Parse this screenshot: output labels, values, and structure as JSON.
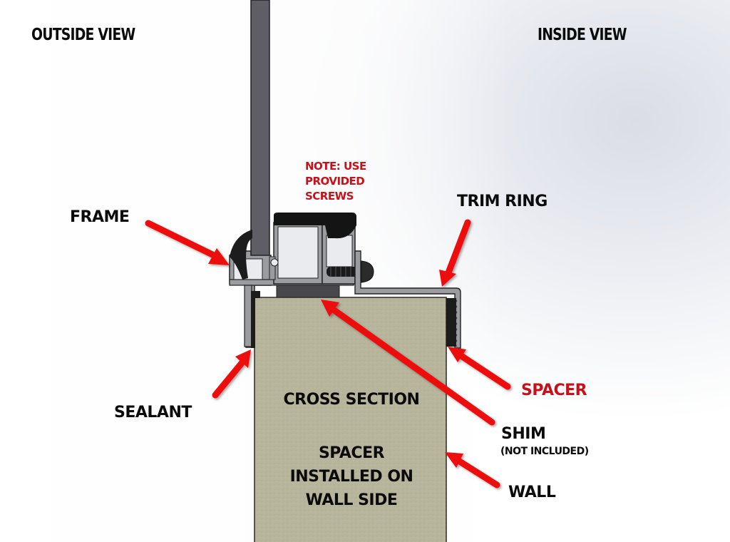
{
  "views": {
    "outside": "OUTSIDE VIEW",
    "inside": "INSIDE VIEW"
  },
  "note": {
    "line1": "NOTE: USE",
    "line2": "PROVIDED",
    "line3": "SCREWS"
  },
  "callouts": {
    "frame": "FRAME",
    "trim_ring": "TRIM RING",
    "sealant": "SEALANT",
    "spacer": "SPACER",
    "shim": "SHIM",
    "shim_note": "(NOT INCLUDED)",
    "wall": "WALL"
  },
  "wall_labels": {
    "title": "CROSS SECTION",
    "line1": "SPACER",
    "line2": "INSTALLED ON",
    "line3": "WALL SIDE"
  },
  "colors": {
    "arrow": "#ee1111",
    "note_text": "#c8101a",
    "wall_fill": "#b7b59c",
    "frame_metal": "#9a9ca0",
    "glass": "#5f5e66",
    "gasket": "#1c1c1c",
    "shim": "#48484c"
  }
}
